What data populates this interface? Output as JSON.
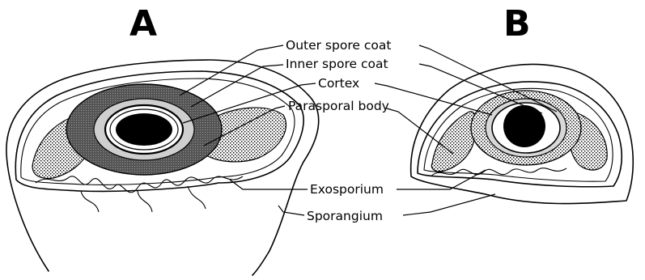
{
  "panels": {
    "a": "A",
    "b": "B"
  },
  "labels": {
    "outer_spore_coat": "Outer spore coat",
    "inner_spore_coat": "Inner spore coat",
    "cortex": "Cortex",
    "parasporal_body": "Parasporal body",
    "exosporium": "Exosporium",
    "sporangium": "Sporangium"
  },
  "colors": {
    "ink": "#000000",
    "outer_coat_fill": "#6e6e6e",
    "stipple_fill": "#b8b8b8",
    "core_fill": "#000000",
    "background": "#ffffff"
  }
}
